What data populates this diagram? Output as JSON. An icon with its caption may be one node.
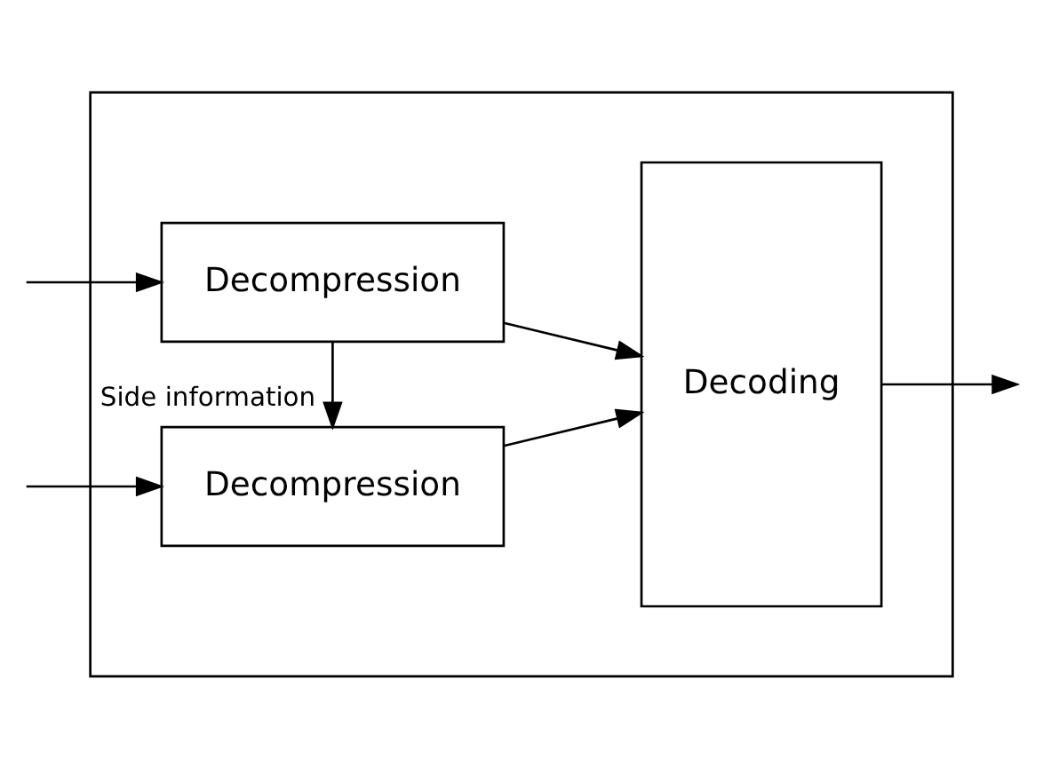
{
  "diagram": {
    "nodes": [
      {
        "text": [],
        "shape": "box"
      },
      {
        "text": [
          "Decompression"
        ],
        "in": 0
      },
      {
        "text": [
          "Decompression"
        ],
        "in": 0
      },
      {
        "text": [
          "Decoding"
        ],
        "in": 0
      }
    ],
    "edges": [
      {
        "from": null,
        "to": 1,
        "arrow": "to"
      },
      {
        "from": null,
        "to": 2,
        "arrow": "to"
      },
      {
        "from": 1,
        "to": 3,
        "arrow": "to"
      },
      {
        "from": 1,
        "to": 2,
        "arrow": "to",
        "label": "Side information"
      },
      {
        "from": 2,
        "to": 3,
        "arrow": "to"
      },
      {
        "from": 3,
        "to": null,
        "arrow": "to"
      }
    ]
  }
}
